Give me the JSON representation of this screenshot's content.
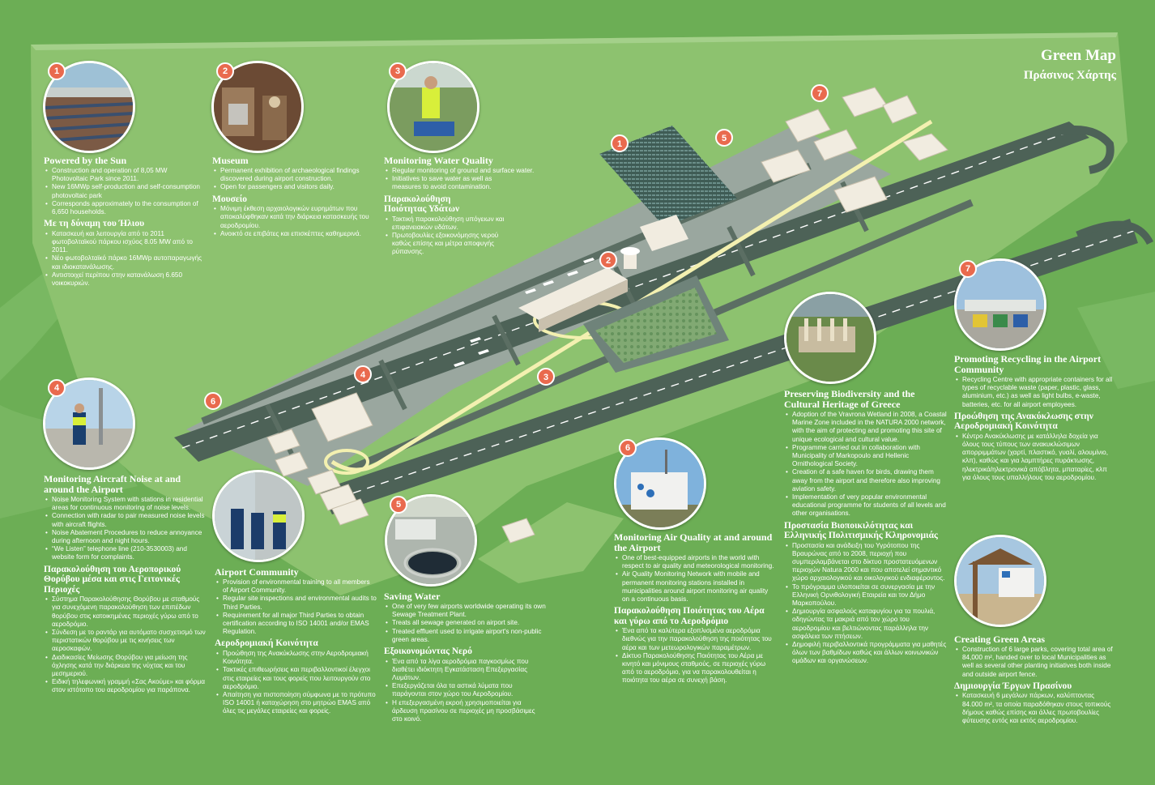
{
  "header": {
    "title_en": "Green Map",
    "title_gr": "Πράσινος Χάρτης"
  },
  "colors": {
    "background": "#6cae55",
    "land": "#8dc26f",
    "runway": "#4d6257",
    "badge": "#e96a4e",
    "text": "#ffffff"
  },
  "icons": {
    "p1": "solar-park-photo",
    "p2": "museum-photo",
    "p3": "water-sampling-photo",
    "p4": "noise-monitor-photo",
    "p5": "treatment-plant-photo",
    "p6": "air-quality-station-photo",
    "p7": "recycling-centre-photo",
    "p8": "wetland-photo",
    "p9": "park-sign-photo",
    "p10": "airport-staff-photo"
  },
  "map": {
    "markers": [
      "1",
      "2",
      "3",
      "4",
      "5",
      "6",
      "7"
    ]
  },
  "sections": {
    "sun": {
      "badge": "1",
      "en_title": "Powered by the Sun",
      "en_items": [
        "Construction and operation of 8,05 MW Photovoltaic Park since 2011.",
        "New 16MWp self-production and self-consumption photovoltaic park",
        "Corresponds approximately to the consumption of 6,650 households."
      ],
      "gr_title": "Με τη δύναμη του Ήλιου",
      "gr_items": [
        "Κατασκευή και λειτουργία από το 2011 φωτοβολταϊκού πάρκου ισχύος 8.05 MW από το 2011.",
        "Νέο φωτοβολταϊκό πάρκο 16MWp αυτοπαραγωγής και ιδιοκατανάλωσης.",
        "Αντιστοιχεί περίπου στην κατανάλωση 6.650 νοικοκυριών."
      ]
    },
    "museum": {
      "badge": "2",
      "en_title": "Museum",
      "en_items": [
        "Permanent exhibition of archaeological findings discovered during airport construction.",
        "Open for passengers and visitors daily."
      ],
      "gr_title": "Μουσείο",
      "gr_items": [
        "Μόνιμη έκθεση αρχαιολογικών ευρημάτων που αποκαλύφθηκαν κατά την διάρκεια κατασκευής του αεροδρομίου.",
        "Ανοικτό σε επιβάτες και επισκέπτες καθημερινά."
      ]
    },
    "water_quality": {
      "badge": "3",
      "en_title": "Monitoring Water Quality",
      "en_items": [
        "Regular monitoring of ground and surface water.",
        "Initiatives to save water as well as measures to avoid contamination."
      ],
      "gr_title": "Παρακολούθηση Ποιότητας Υδάτων",
      "gr_items": [
        "Τακτική παρακολούθηση υπόγειων και επιφανειακών υδάτων.",
        "Πρωτοβουλίες εξοικονόμησης νερού καθώς επίσης και μέτρα αποφυγής ρύπανσης."
      ]
    },
    "noise": {
      "badge": "4",
      "en_title": "Monitoring Aircraft Noise at and around the Airport",
      "en_items": [
        "Noise Monitoring System with stations in residential areas for continuous monitoring of noise levels.",
        "Connection with radar to pair measured noise levels with aircraft flights.",
        "Noise Abatement Procedures to reduce annoyance during afternoon and night hours.",
        "“We Listen” telephone line (210-3530003) and website form for complaints."
      ],
      "gr_title": "Παρακολούθηση του Αεροπορικού Θορύβου μέσα και στις Γειτονικές Περιοχές",
      "gr_items": [
        "Σύστημα Παρακολούθησης Θορύβου με σταθμούς για συνεχόμενη παρακολούθηση των επιπέδων θορύβου στις κατοικημένες περιοχές γύρω από το αεροδρόμιο.",
        "Σύνδεση με το ραντάρ για αυτόματο συσχετισμό των περιστατικών θορύβου με τις κινήσεις των αεροσκαφών.",
        "Διαδικασίες Μείωσης Θορύβου για μείωση της όχλησης κατά την διάρκεια της νύχτας και του μεσημεριού.",
        "Ειδική τηλεφωνική γραμμή «Σας Ακούμε» και φόρμα στον ιστότοπο του αεροδρομίου για παράπονα."
      ]
    },
    "community": {
      "en_title": "Airport Community",
      "en_items": [
        "Provision of environmental training to all members of Airport Community.",
        "Regular site inspections and environmental audits to Third Parties.",
        "Requirement for all major Third Parties to obtain certification according to ISO 14001 and/or EMAS Regulation."
      ],
      "gr_title": "Αεροδρομιακή Κοινότητα",
      "gr_items": [
        "Προώθηση της Ανακύκλωσης στην Αεροδρομιακή Κοινότητα.",
        "Τακτικές επιθεωρήσεις και περιβαλλοντικοί έλεγχοι στις εταιρείες και τους φορείς που λειτουργούν στο αεροδρόμιο.",
        "Απαίτηση για πιστοποίηση σύμφωνα με το πρότυπο ISO 14001 ή καταχώρηση στο μητρώο EMAS από όλες τις μεγάλες εταιρείες και φορείς."
      ]
    },
    "saving_water": {
      "badge": "5",
      "en_title": "Saving Water",
      "en_items": [
        "One of very few airports worldwide operating its own Sewage Treatment Plant.",
        "Treats all sewage generated on airport site.",
        "Treated effluent used to irrigate airport's non-public green areas."
      ],
      "gr_title": "Εξοικονομώντας Νερό",
      "gr_items": [
        "Ένα από τα λίγα αεροδρόμια παγκοσμίως που διαθέτει ιδιόκτητη Εγκατάσταση Επεξεργασίας Λυμάτων.",
        "Επεξεργάζεται όλα τα αστικά λύματα που παράγονται στον χώρο του Αεροδρομίου.",
        "Η επεξεργασμένη εκροή χρησιμοποιείται για άρδευση πρασίνου σε περιοχές μη προσβάσιμες στο κοινό."
      ]
    },
    "air_quality": {
      "badge": "6",
      "en_title": "Monitoring Air Quality at and around the Airport",
      "en_items": [
        "One of best-equipped airports in the world with respect to air quality and meteorological monitoring.",
        "Air Quality Monitoring Network with mobile and permanent monitoring stations installed in municipalities around airport monitoring air quality on a continuous basis."
      ],
      "gr_title": "Παρακολούθηση Ποιότητας του Αέρα και γύρω από το Αεροδρόμιο",
      "gr_items": [
        "Ένα από τα καλύτερα εξοπλισμένα αεροδρόμια διεθνώς για την παρακολούθηση της ποιότητας του αέρα και των μετεωρολογικών παραμέτρων.",
        "Δίκτυο Παρακολούθησης Ποιότητας του Αέρα με κινητό και μόνιμους σταθμούς, σε περιοχές γύρω από το αεροδρόμιο, για να παρακολουθείται η ποιότητα του αέρα σε συνεχή βάση."
      ]
    },
    "biodiversity": {
      "en_title": "Preserving Biodiversity and the Cultural Heritage of Greece",
      "en_items": [
        "Adoption of the Vravrona Wetland in 2008, a Coastal Marine Zone included in the NATURA 2000 network, with the aim of protecting and promoting this site of unique ecological and cultural value.",
        "Programme carried out in collaboration with Municipality of Markopoulo and Hellenic Ornithological Society.",
        "Creation of a safe haven for birds, drawing them away from the airport and therefore also improving aviation safety.",
        "Implementation of very popular environmental educational programme for students of all levels and other organisations."
      ],
      "gr_title": "Προστασία Βιοποικιλότητας και Ελληνικής Πολιτισμικής Κληρονομιάς",
      "gr_items": [
        "Προστασία και ανάδειξη του Υγρότοπου της Βραυρώνας από το 2008, περιοχή που συμπεριλαμβάνεται στο δίκτυο προστατευόμενων περιοχών Natura 2000 και που αποτελεί σημαντικό χώρο αρχαιολογικού και οικολογικού ενδιαφέροντος.",
        "Το πρόγραμμα υλοποιείται σε συνεργασία με την Ελληνική Ορνιθολογική Εταιρεία και τον Δήμο Μαρκοπούλου.",
        "Δημιουργία ασφαλούς καταφυγίου για τα πουλιά, οδηγώντας τα μακριά από τον χώρο του αεροδρομίου και βελτιώνοντας παράλληλα την ασφάλεια των πτήσεων.",
        "Δημοφιλή περιβαλλοντικά προγράμματα για μαθητές όλων των βαθμίδων καθώς και άλλων κοινωνικών ομάδων και οργανώσεων."
      ]
    },
    "recycling": {
      "badge": "7",
      "en_title": "Promoting Recycling in the Airport Community",
      "en_items": [
        "Recycling Centre with appropriate containers for all types of recyclable waste (paper, plastic, glass, aluminium, etc.) as well as light bulbs, e-waste, batteries, etc. for all airport employees."
      ],
      "gr_title": "Προώθηση της Ανακύκλωσης στην Αεροδρομιακή Κοινότητα",
      "gr_items": [
        "Κέντρο Ανακύκλωσης με κατάλληλα δοχεία για όλους τους τύπους των ανακυκλώσιμων απορριμμάτων (χαρτί, πλαστικό, γυαλί, αλουμίνιο, κλπ), καθώς και για λαμπτήρες πυράκτωσης, ηλεκτρικά/ηλεκτρονικά απόβλητα, μπαταρίες, κλπ για όλους τους υπαλλήλους του αεροδρομίου."
      ]
    },
    "green_areas": {
      "en_title": "Creating Green Areas",
      "en_items": [
        "Construction of 6 large parks, covering total area of 84,000 m², handed over to local Municipalities as well as several other planting initiatives both inside and outside airport fence."
      ],
      "gr_title": "Δημιουργία Έργων Πρασίνου",
      "gr_items": [
        "Κατασκευή 6 μεγάλων πάρκων, καλύπτοντας 84.000 m², τα οποία παραδόθηκαν στους τοπικούς δήμους καθώς επίσης και άλλες πρωτοβουλίες φύτευσης εντός και εκτός αεροδρομίου."
      ]
    }
  }
}
